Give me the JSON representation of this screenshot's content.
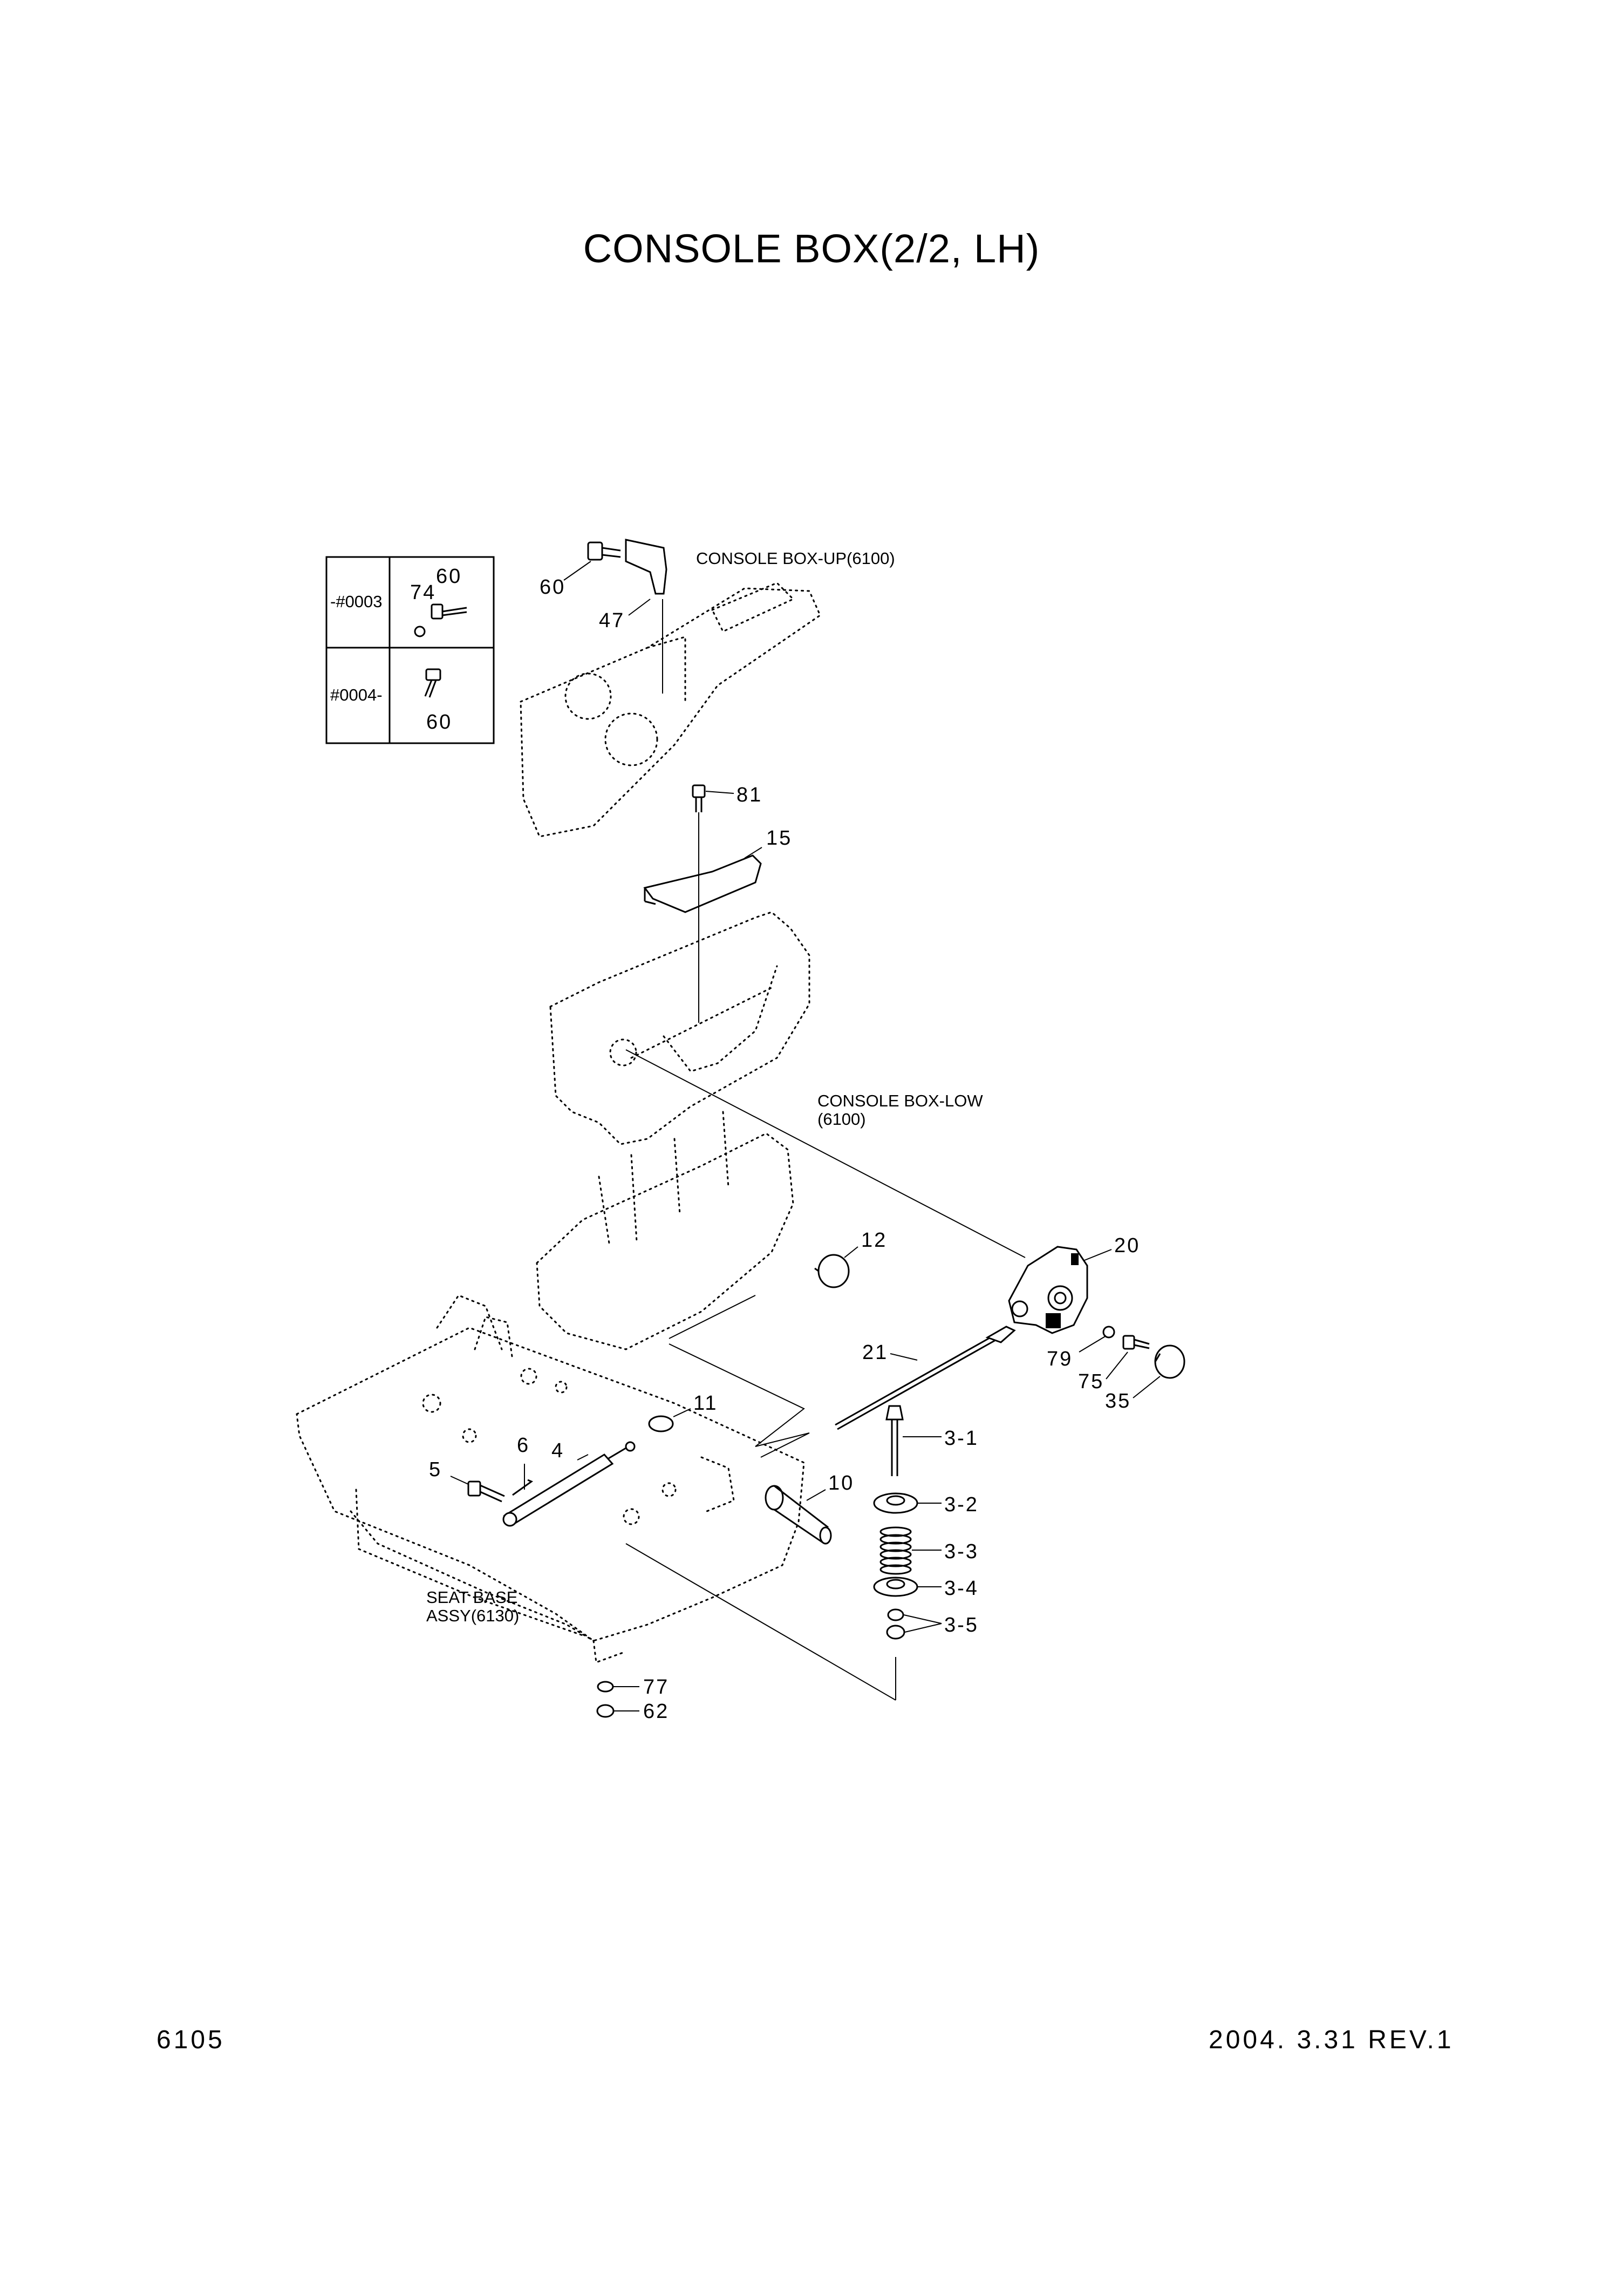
{
  "title": "CONSOLE BOX(2/2, LH)",
  "page_number": "6105",
  "revision": "2004. 3.31  REV.1",
  "serial_table": {
    "rows": [
      {
        "serial": "-#0003",
        "parts": [
          "60",
          "74"
        ]
      },
      {
        "serial": "#0004-",
        "parts": [
          "60"
        ]
      }
    ]
  },
  "notes": {
    "console_box_up": "CONSOLE BOX-UP(6100)",
    "console_box_low_line1": "CONSOLE BOX-LOW",
    "console_box_low_line2": "(6100)",
    "seat_base_line1": "SEAT BASE",
    "seat_base_line2": "ASSY(6130)"
  },
  "callouts": {
    "c60": "60",
    "c47": "47",
    "c81": "81",
    "c15": "15",
    "c20": "20",
    "c12": "12",
    "c21": "21",
    "c79": "79",
    "c75": "75",
    "c35": "35",
    "c11": "11",
    "c6": "6",
    "c4": "4",
    "c5": "5",
    "c10": "10",
    "c3_1": "3-1",
    "c3_2": "3-2",
    "c3_3": "3-3",
    "c3_4": "3-4",
    "c3_5": "3-5",
    "c77": "77",
    "c62": "62"
  }
}
